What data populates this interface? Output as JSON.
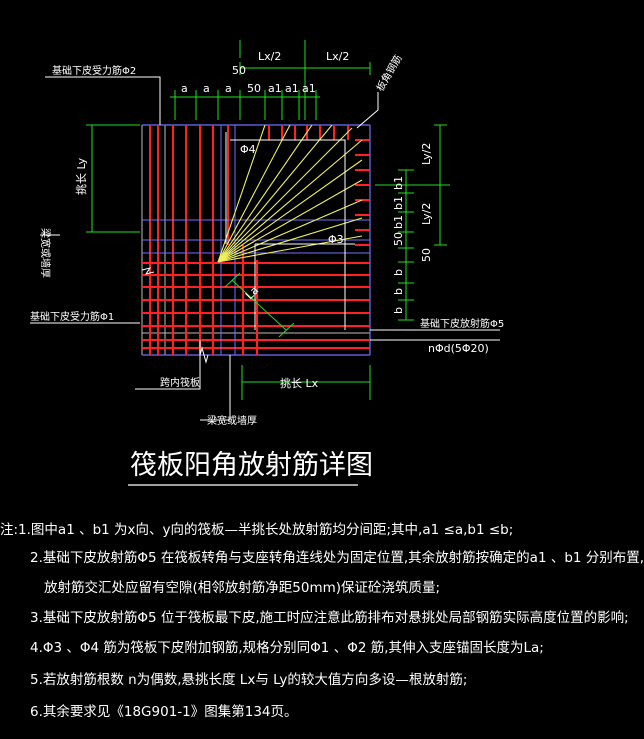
{
  "title": "筏板阳角放射筋详图",
  "labels": {
    "bottom_bar_phi2": "基础下皮受力筋Φ2",
    "bottom_bar_phi1": "基础下皮受力筋Φ1",
    "corner_bar": "板角钢筋",
    "beam_width_left": "梁宽或墙厚",
    "beam_width_bottom": "梁宽或墙厚",
    "inner_slab": "跨内筏板",
    "radial_bar_phi5": "基础下皮放射筋Φ5",
    "count_spec": "nΦd(5Φ20)",
    "cantilever_ly": "挑长  Ly",
    "cantilever_lx": "挑长  Lx",
    "phi4": "Φ4",
    "phi3": "Φ3",
    "la": "La"
  },
  "dims": {
    "lx_half_1": "Lx/2",
    "lx_half_2": "Lx/2",
    "top_50": "50",
    "a1": "a",
    "a2": "a",
    "a3": "a",
    "mid_50": "50",
    "a1_1": "a1",
    "a1_2": "a1",
    "a1_3": "a1",
    "ly_half_1": "Ly/2",
    "ly_half_2": "Ly/2",
    "b1_1": "b1",
    "b1_2": "b1",
    "b1_3": "b1",
    "right_50a": "50",
    "right_50b": "50",
    "b_1": "b",
    "b_2": "b",
    "b_3": "b"
  },
  "notes": [
    "注:1.图中a1 、b1 为x向、y向的筏板—半挑长处放射筋均分间距;其中,a1 ≤a,b1 ≤b;",
    "2.基础下皮放射筋Φ5 在筏板转角与支座转角连线处为固定位置,其余放射筋按确定的a1 、b1 分别布置,",
    "放射筋交汇处应留有空隙(相邻放射筋净距50mm)保证砼浇筑质量;",
    "3.基础下皮放射筋Φ5 位于筏板最下皮,施工时应注意此筋排布对悬挑处局部钢筋实际高度位置的影响;",
    "4.Φ3 、Φ4 筋为筏板下皮附加钢筋,规格分别同Φ1 、Φ2 筋,其伸入支座锚固长度为La;",
    "5.若放射筋根数 n为偶数,悬挑长度 Lx与 Ly的较大值方向多设—根放射筋;",
    "6.其余要求见《18G901-1》图集第134页。"
  ],
  "colors": {
    "rebar_red": "#ff2020",
    "radial_yellow": "#f0f060",
    "dim_green": "#20e020",
    "outline_blue": "#7070ff",
    "text": "#ffffff"
  }
}
